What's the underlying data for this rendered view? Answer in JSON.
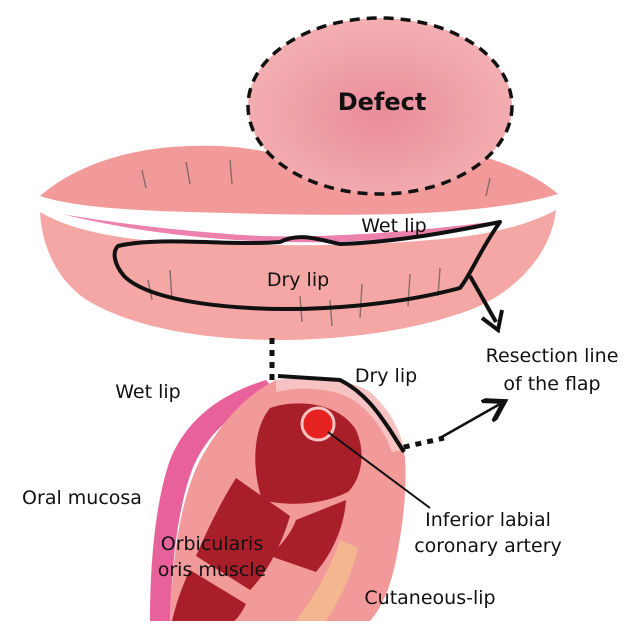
{
  "labels": {
    "defect": "Defect",
    "wet_lip_top": "Wet lip",
    "dry_lip_top": "Dry lip",
    "resection_line_1": "Resection line",
    "resection_line_2": "of the flap",
    "wet_lip_section": "Wet lip",
    "dry_lip_section": "Dry lip",
    "oral_mucosa": "Oral mucosa",
    "orbicularis_1": "Orbicularis",
    "orbicularis_2": "oris muscle",
    "artery_1": "Inferior labial",
    "artery_2": "coronary artery",
    "cutaneous_lip": "Cutaneous-lip"
  },
  "colors": {
    "lip_pink": "#f29a9a",
    "wet_lip_pink": "#e9619a",
    "muscle_red": "#a81f2a",
    "artery_red": "#e62121",
    "cutaneous_tan": "#f3b68f",
    "line_black": "#111111"
  }
}
